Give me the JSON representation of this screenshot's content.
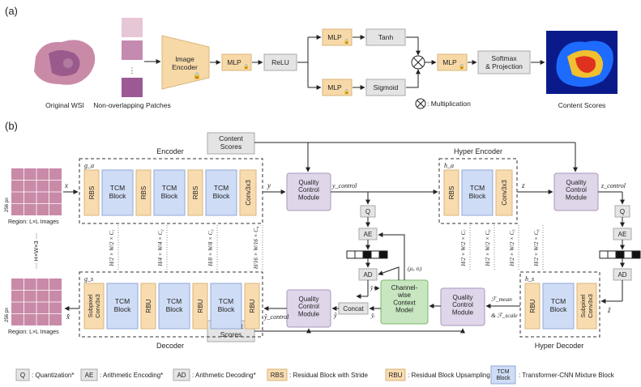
{
  "panel_a": {
    "label": "(a)",
    "wsi_caption": "Original WSI",
    "patches_caption": "Non-overlapping Patches",
    "encoder": "Image\nEncoder",
    "mlp": "MLP",
    "relu": "ReLU",
    "tanh": "Tanh",
    "sigmoid": "Sigmoid",
    "multiplication": ": Multiplication",
    "softmax": "Softmax\n& Projection",
    "content_caption": "Content Scores",
    "colors": {
      "encoder": "#f7d9a8",
      "mlp": "#f7d9a8",
      "gray": "#e4e4e4"
    }
  },
  "panel_b": {
    "label": "(b)",
    "content_scores": "Content\nScores",
    "encoder_title": "Encoder",
    "hyper_encoder_title": "Hyper Encoder",
    "decoder_title": "Decoder",
    "hyper_decoder_title": "Hyper Decoder",
    "g_a": "g_a",
    "g_s": "g_s",
    "h_a": "h_a",
    "h_s": "h_s",
    "rbs": "RBS",
    "rbu": "RBU",
    "tcm": "TCM\nBlock",
    "conv": "Conv3x3",
    "subpixel": "Subpixel\nConv3x3",
    "qcm": "Quality\nControl\nModule",
    "q": "Q",
    "ae": "AE",
    "ad": "AD",
    "concat": "Concat",
    "ccm": "Channel-\nwise\nContext\nModel",
    "mu_sigma": "(μᵢ, σᵢ)",
    "x": "x",
    "x_hat": "x̂",
    "y": "y",
    "y_control": "y_control",
    "z": "z",
    "z_control": "z_control",
    "z_hat": "ẑ",
    "y_hat": "ŷ",
    "y_hat_control": "ŷ_control",
    "y_hat_i": "ŷᵢ",
    "y_hat_lt_i": "ŷ<ᵢ",
    "f_mean": "ℱ_mean",
    "f_scale": "& ℱ_scale",
    "region": "Region: L×L Images",
    "px": "256 px",
    "stack": "⋯ H×W×3 ⋯",
    "dims_left": [
      "H/2 × W/2 × C₁",
      "H/4 × W/4 × C₂",
      "H/8 × W/8 × C₃",
      "H/16 × W/16 × C₄"
    ],
    "dims_right": [
      "H/2 × W/2 × C₇",
      "H/2 × W/2 × C₆",
      "H/2 × W/2 × C₅",
      "H/2 × W/2 × C₈"
    ],
    "colors": {
      "rbs": "#f8dcb0",
      "tcm": "#cfdcf5",
      "qcm": "#e0d6ea",
      "ccm": "#c8e6c0",
      "gray": "#e4e4e4"
    }
  },
  "legend": {
    "q": "Q",
    "q_label": ": Quantization*",
    "ae": "AE",
    "ae_label": ": Arithmetic Encoding*",
    "ad": "AD",
    "ad_label": ": Arithmetic Decoding*",
    "rbs": "RBS",
    "rbs_label": ": Residual Block with Stride",
    "rbu": "RBU",
    "rbu_label": ": Residual Block Upsampling",
    "tcm": "TCM\nBlock",
    "tcm_label": ": Transformer-CNN Mixture Block"
  }
}
